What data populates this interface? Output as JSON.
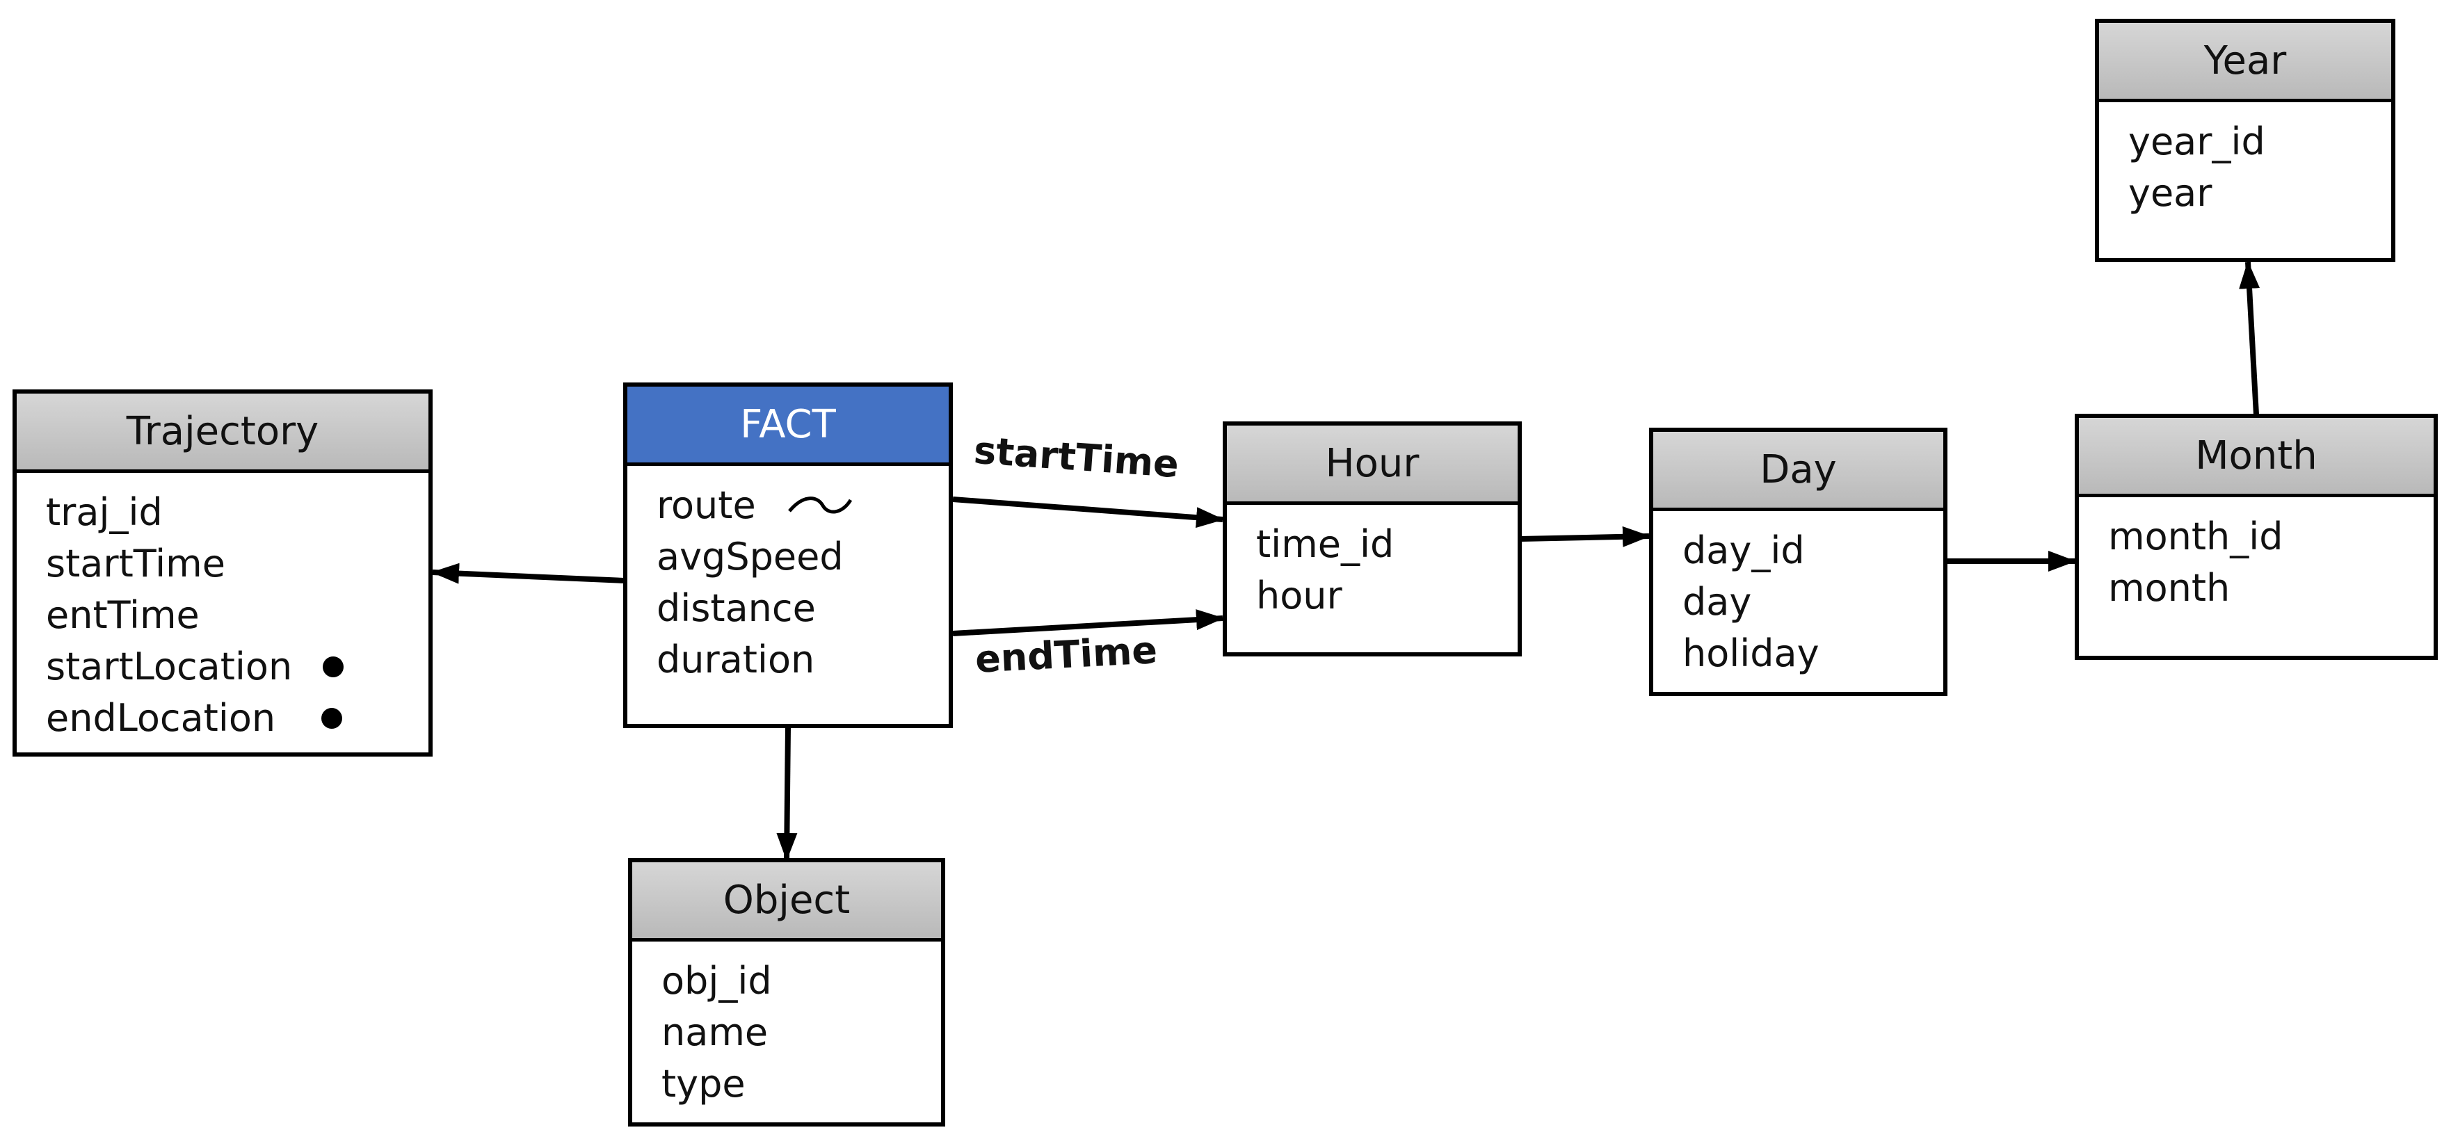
{
  "entities": {
    "trajectory": {
      "title": "Trajectory",
      "attributes": [
        "traj_id",
        "startTime",
        "entTime",
        "startLocation",
        "endLocation"
      ],
      "point_attributes": [
        "startLocation",
        "endLocation"
      ]
    },
    "fact": {
      "title": "FACT",
      "attributes": [
        "route",
        "avgSpeed",
        "distance",
        "duration"
      ],
      "line_attributes": [
        "route"
      ]
    },
    "object": {
      "title": "Object",
      "attributes": [
        "obj_id",
        "name",
        "type"
      ]
    },
    "hour": {
      "title": "Hour",
      "attributes": [
        "time_id",
        "hour"
      ]
    },
    "day": {
      "title": "Day",
      "attributes": [
        "day_id",
        "day",
        "holiday"
      ]
    },
    "month": {
      "title": "Month",
      "attributes": [
        "month_id",
        "month"
      ]
    },
    "year": {
      "title": "Year",
      "attributes": [
        "year_id",
        "year"
      ]
    }
  },
  "relationships": [
    {
      "from": "FACT",
      "to": "Trajectory",
      "label": ""
    },
    {
      "from": "FACT",
      "to": "Object",
      "label": ""
    },
    {
      "from": "FACT",
      "to": "Hour",
      "label": "startTime"
    },
    {
      "from": "FACT",
      "to": "Hour",
      "label": "endTime"
    },
    {
      "from": "Hour",
      "to": "Day",
      "label": ""
    },
    {
      "from": "Day",
      "to": "Month",
      "label": ""
    },
    {
      "from": "Month",
      "to": "Year",
      "label": ""
    }
  ],
  "colors": {
    "fact_header": "#4472c4",
    "dimension_header": "#c0c0c0",
    "border": "#000000"
  }
}
